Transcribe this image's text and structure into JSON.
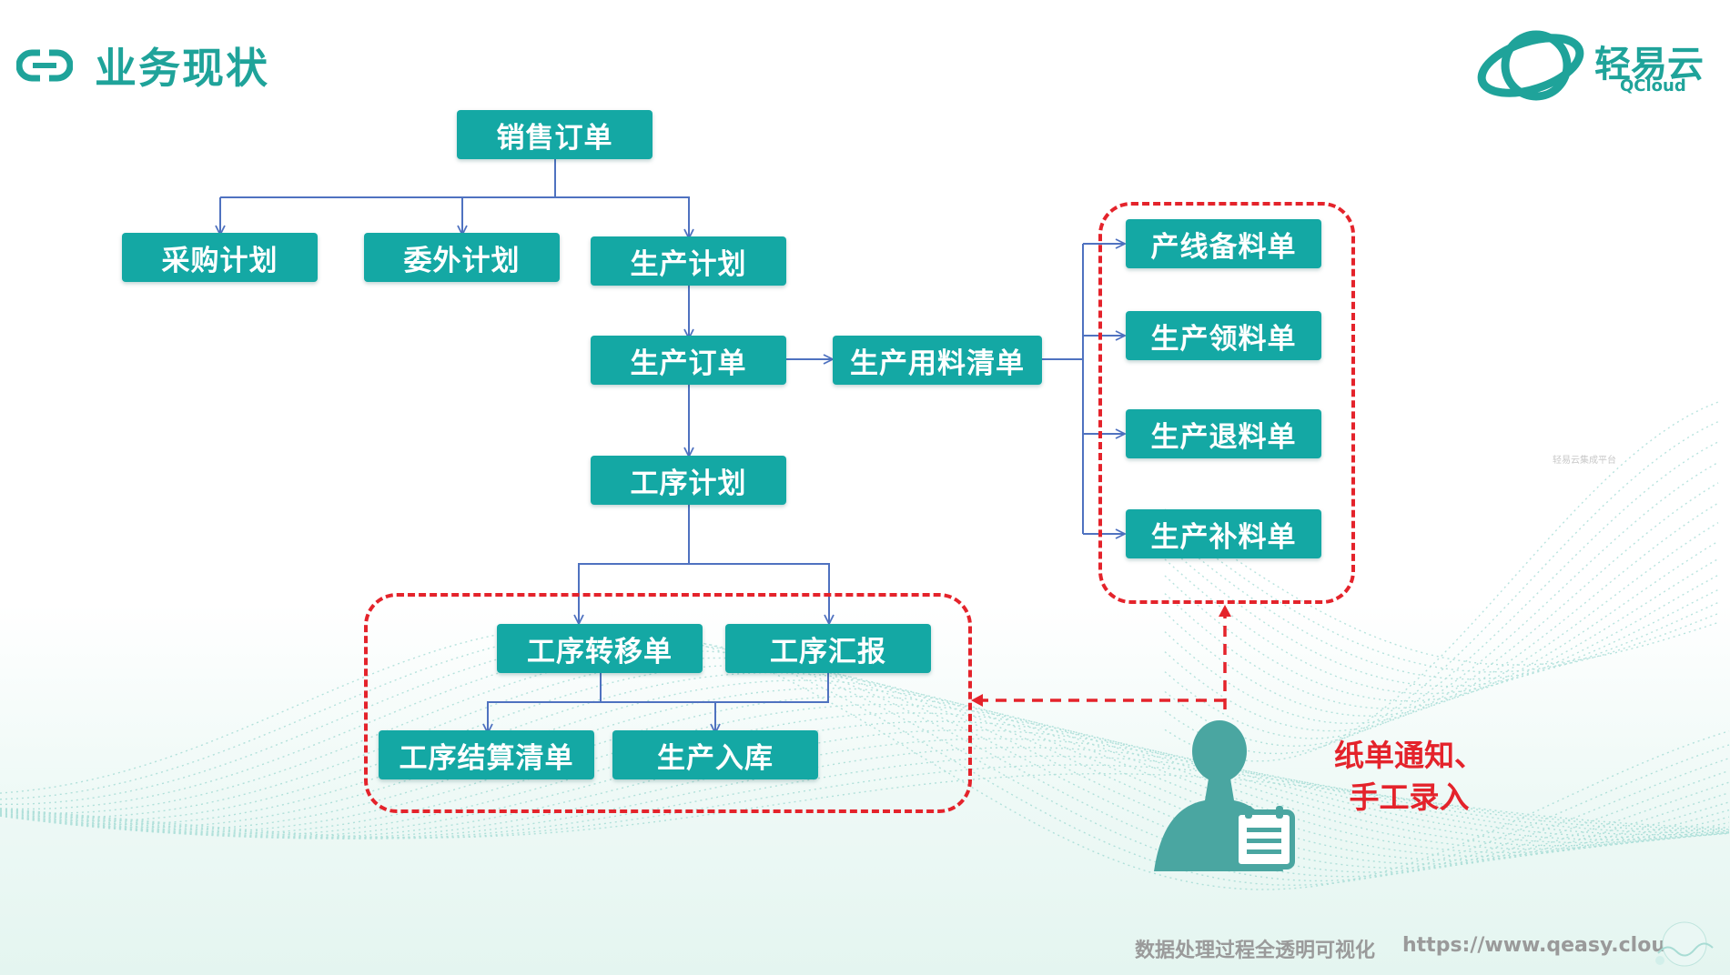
{
  "header": {
    "title": "业务现状",
    "logo_name": "轻易云",
    "logo_sub": "QCloud"
  },
  "nodes": {
    "sales_order": "销售订单",
    "purchase_plan": "采购计划",
    "outsource_plan": "委外计划",
    "production_plan": "生产计划",
    "production_order": "生产订单",
    "production_bom": "生产用料清单",
    "line_prep": "产线备料单",
    "material_pick": "生产领料单",
    "material_return": "生产退料单",
    "material_supplement": "生产补料单",
    "process_plan": "工序计划",
    "process_transfer": "工序转移单",
    "process_report": "工序汇报",
    "process_settlement": "工序结算清单",
    "production_inbound": "生产入库"
  },
  "annotation": {
    "line1": "纸单通知、",
    "line2": "手工录入"
  },
  "footer": {
    "tagline": "数据处理过程全透明可视化",
    "url": "https://www.qeasy.cloud"
  },
  "watermark": "轻易云集成平台",
  "colors": {
    "node_fill": "#14a8a4",
    "connector": "#4f72c0",
    "highlight": "#e4232b",
    "brand": "#1fa39a"
  },
  "icons": {
    "title": "link-icon",
    "person": "person-with-document-icon",
    "logo": "qcloud-orbit-logo-icon"
  }
}
